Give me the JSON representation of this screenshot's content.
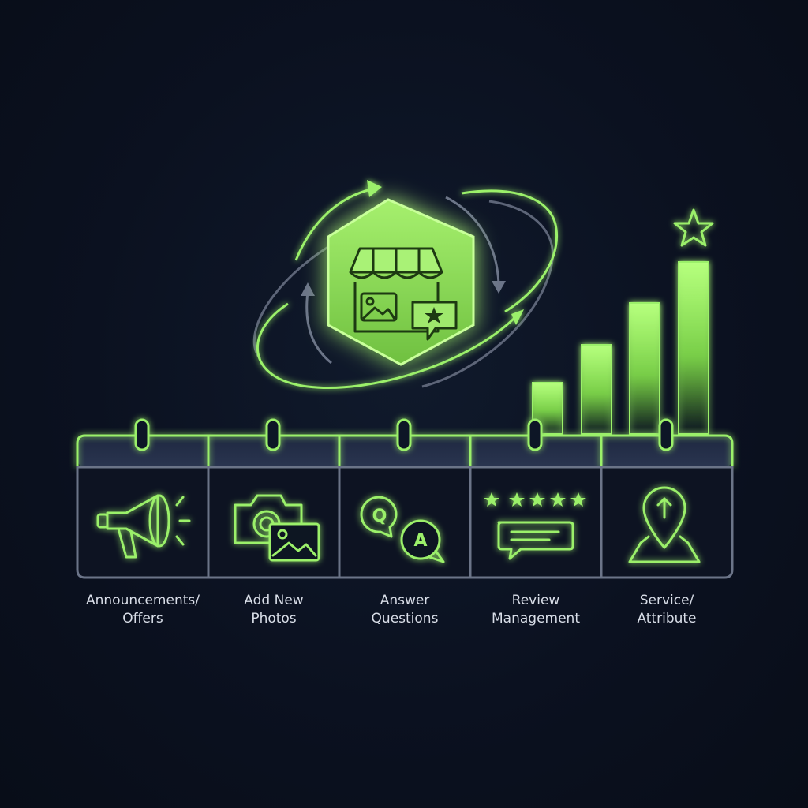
{
  "colors": {
    "background": "#0b1120",
    "accent": "#9bf06a",
    "accent_bright": "#c8ff9a",
    "outline_gray": "#6b7488",
    "label_text": "#d9dee8"
  },
  "center_icon": {
    "icon": "storefront-icon",
    "inner_icons": [
      "image-icon",
      "star-chat-bubble-icon"
    ],
    "cycle_arrows": 4
  },
  "growth_chart": {
    "bars": 4,
    "icon": "star-icon"
  },
  "tasks": [
    {
      "icon": "megaphone-icon",
      "label_line1": "Announcements/",
      "label_line2": "Offers"
    },
    {
      "icon": "camera-photo-icon",
      "label_line1": "Add New",
      "label_line2": "Photos"
    },
    {
      "icon": "qa-bubbles-icon",
      "label_line1": "Answer",
      "label_line2": "Questions"
    },
    {
      "icon": "review-stars-icon",
      "label_line1": "Review",
      "label_line2": "Management"
    },
    {
      "icon": "map-pin-icon",
      "label_line1": "Service/",
      "label_line2": "Attribute"
    }
  ]
}
